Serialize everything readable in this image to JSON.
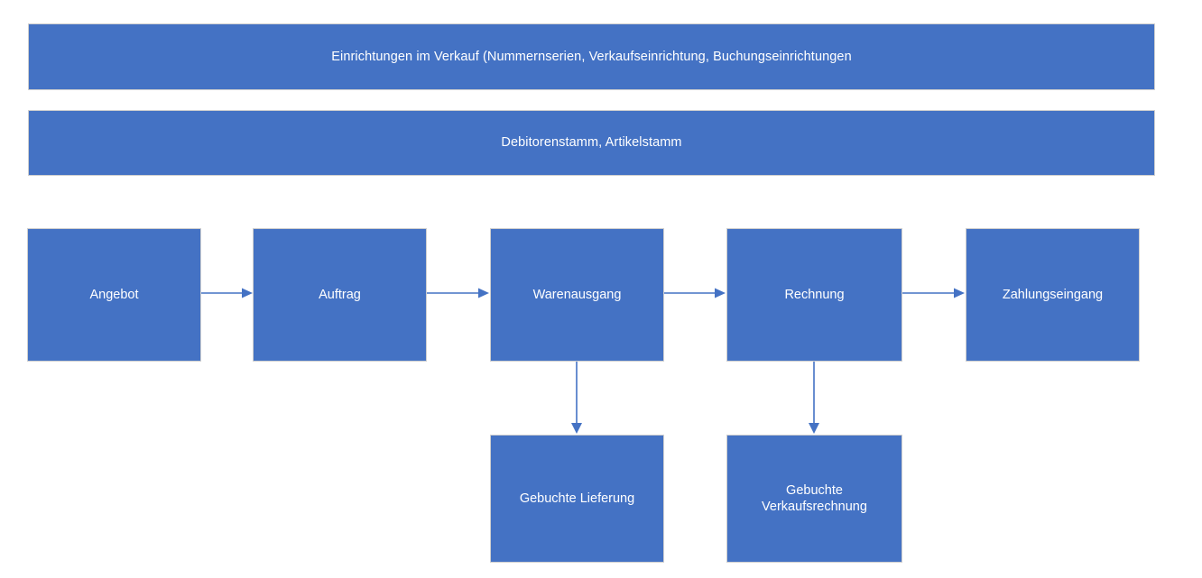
{
  "diagram": {
    "title_banners": [
      {
        "id": "setup-banner",
        "text": "Einrichtungen im Verkauf (Nummernserien, Verkaufseinrichtung, Buchungseinrichtungen"
      },
      {
        "id": "master-data-banner",
        "text": "Debitorenstamm, Artikelstamm"
      }
    ],
    "process_flow": [
      {
        "id": "angebot",
        "label": "Angebot"
      },
      {
        "id": "auftrag",
        "label": "Auftrag"
      },
      {
        "id": "warenausgang",
        "label": "Warenausgang"
      },
      {
        "id": "rechnung",
        "label": "Rechnung"
      },
      {
        "id": "zahlungseingang",
        "label": "Zahlungseingang"
      }
    ],
    "posted_documents": [
      {
        "id": "gebuchte-lieferung",
        "label": "Gebuchte Lieferung"
      },
      {
        "id": "gebuchte-verkaufsrechnung",
        "label": "Gebuchte\nVerkaufsrechnung"
      }
    ],
    "connectors": [
      {
        "id": "angebot-to-auftrag",
        "from": "angebot",
        "to": "auftrag",
        "direction": "right"
      },
      {
        "id": "auftrag-to-warenausgang",
        "from": "auftrag",
        "to": "warenausgang",
        "direction": "right"
      },
      {
        "id": "warenausgang-to-rechnung",
        "from": "warenausgang",
        "to": "rechnung",
        "direction": "right"
      },
      {
        "id": "rechnung-to-zahlungseingang",
        "from": "rechnung",
        "to": "zahlungseingang",
        "direction": "right"
      },
      {
        "id": "warenausgang-to-gebuchte-lieferung",
        "from": "warenausgang",
        "to": "gebuchte-lieferung",
        "direction": "down"
      },
      {
        "id": "rechnung-to-gebuchte-verkaufsrechnung",
        "from": "rechnung",
        "to": "gebuchte-verkaufsrechnung",
        "direction": "down"
      }
    ],
    "colors": {
      "box_fill": "#4472C4",
      "box_border": "#cfcfcf",
      "connector": "#4472C4",
      "text": "#ffffff",
      "background": "#ffffff"
    }
  }
}
